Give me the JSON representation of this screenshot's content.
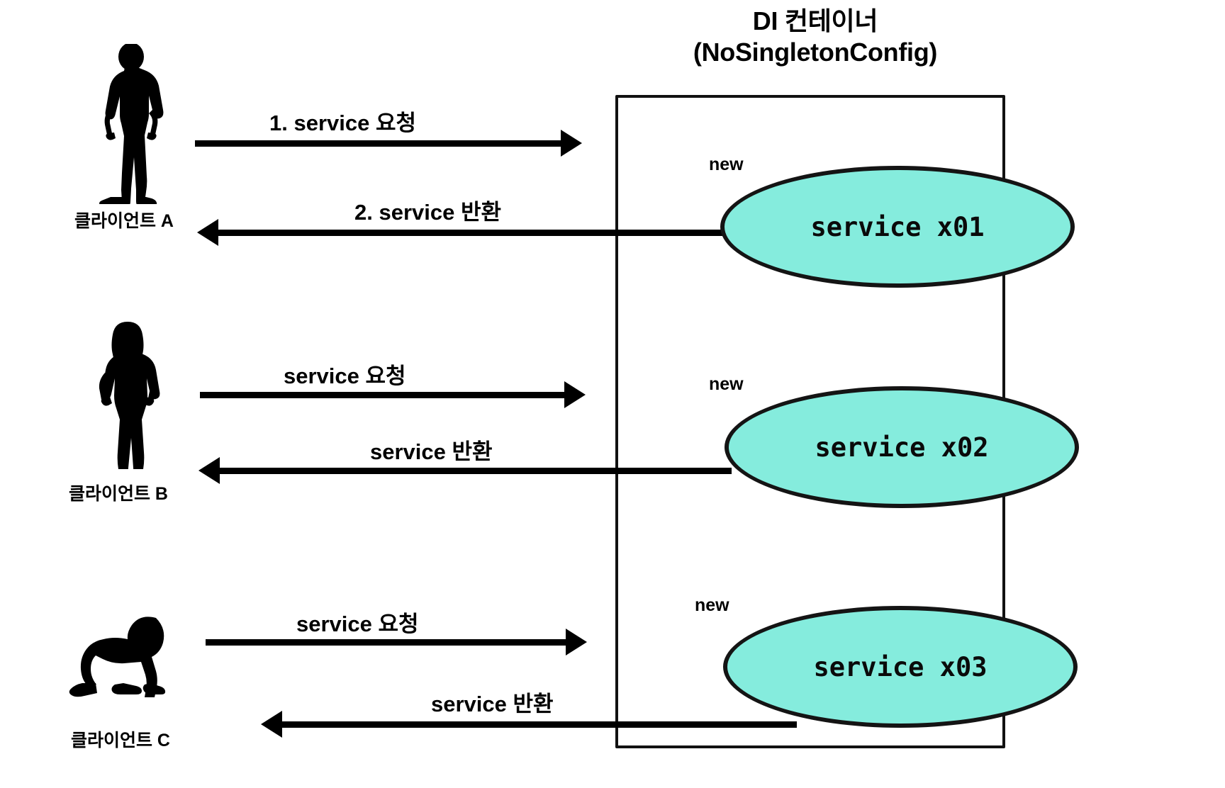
{
  "diagram": {
    "title": {
      "line1": "DI 컨테이너",
      "line2": "(NoSingletonConfig)"
    },
    "clients": [
      {
        "label": "클라이언트 A",
        "icon": "standing-man-silhouette-icon"
      },
      {
        "label": "클라이언트 B",
        "icon": "standing-woman-silhouette-icon"
      },
      {
        "label": "클라이언트 C",
        "icon": "crawling-baby-silhouette-icon"
      }
    ],
    "services": [
      {
        "name": "service x01",
        "annotation": "new"
      },
      {
        "name": "service x02",
        "annotation": "new"
      },
      {
        "name": "service x03",
        "annotation": "new"
      }
    ],
    "arrows": [
      {
        "label": "1. service 요청",
        "direction": "right"
      },
      {
        "label": "2. service 반환",
        "direction": "left"
      },
      {
        "label": "service 요청",
        "direction": "right"
      },
      {
        "label": "service 반환",
        "direction": "left"
      },
      {
        "label": "service 요청",
        "direction": "right"
      },
      {
        "label": "service 반환",
        "direction": "left"
      }
    ],
    "colors": {
      "service_fill": "#85ECDD",
      "stroke": "#111111",
      "background": "#FFFFFF",
      "text": "#000000"
    }
  }
}
